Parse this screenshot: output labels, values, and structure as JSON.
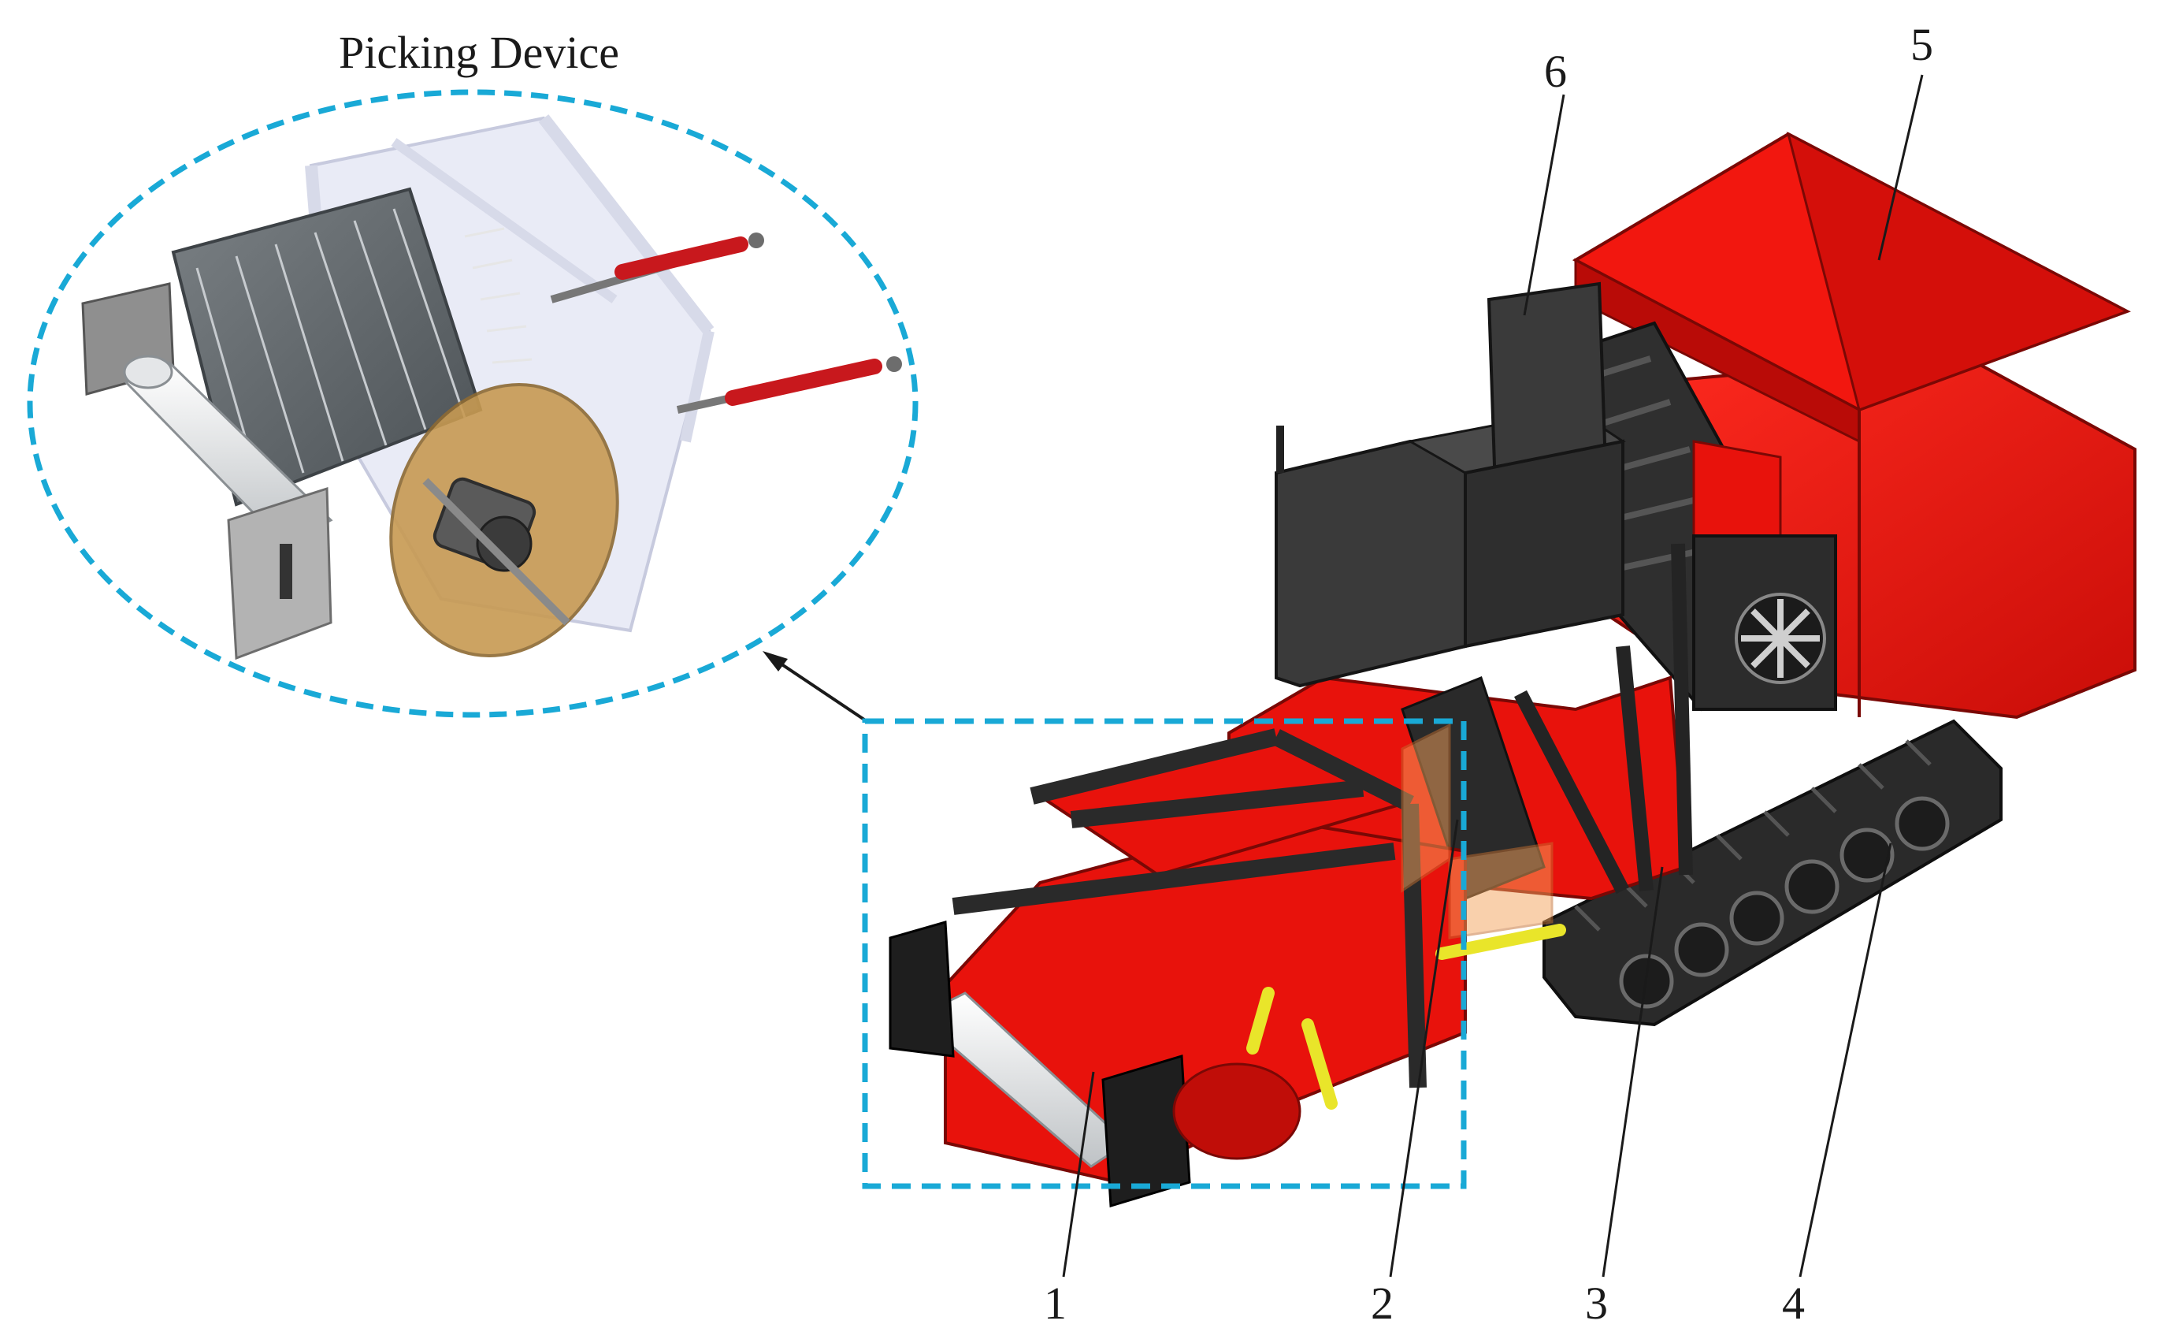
{
  "diagram": {
    "inset_title": "Picking Device",
    "part_labels": [
      {
        "id": "1",
        "text": "1"
      },
      {
        "id": "2",
        "text": "2"
      },
      {
        "id": "3",
        "text": "3"
      },
      {
        "id": "4",
        "text": "4"
      },
      {
        "id": "5",
        "text": "5"
      },
      {
        "id": "6",
        "text": "6"
      }
    ],
    "colors": {
      "machine_red": "#e8120c",
      "frame_dark": "#2b2b2b",
      "seat_gray": "#3c3c3c",
      "highlight_dash": "#19a9d6",
      "hydraulic_yellow": "#e9e52a",
      "leader": "#1a1a1a"
    }
  }
}
